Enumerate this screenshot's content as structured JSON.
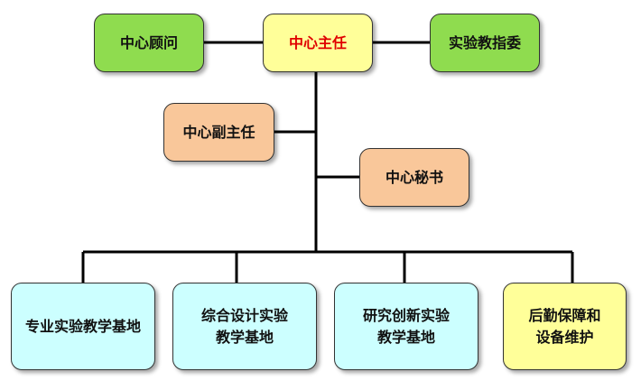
{
  "org": {
    "director": "中心主任",
    "advisor": "中心顾问",
    "committee": "实验教指委",
    "deputy": "中心副主任",
    "secretary": "中心秘书",
    "units": [
      "专业实验教学基地",
      "综合设计实验\n教学基地",
      "研究创新实验\n教学基地",
      "后勤保障和\n设备维护"
    ]
  },
  "colors": {
    "director_text": "#e00000",
    "line": "#000000"
  }
}
